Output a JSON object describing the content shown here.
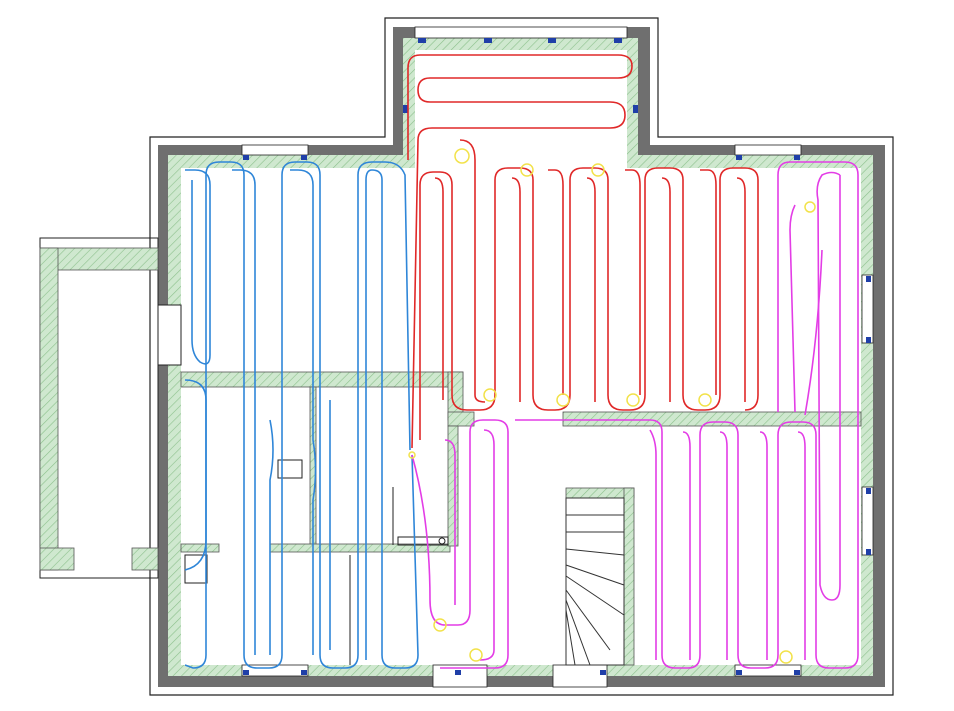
{
  "drawing": {
    "type": "floor-plan-underfloor-heating",
    "circuits": [
      {
        "id": "blue",
        "color": "#2f86d8"
      },
      {
        "id": "red",
        "color": "#e02828"
      },
      {
        "id": "magenta",
        "color": "#e33de6"
      }
    ],
    "colors": {
      "wall_dark": "#6f6f6f",
      "wall_insulation": "#cfe8cf",
      "wall_hatch": "#8cc08c",
      "outline": "#222222",
      "window": "#1f3fa8",
      "marker": "#f2e24a",
      "stair": "#333333"
    }
  }
}
